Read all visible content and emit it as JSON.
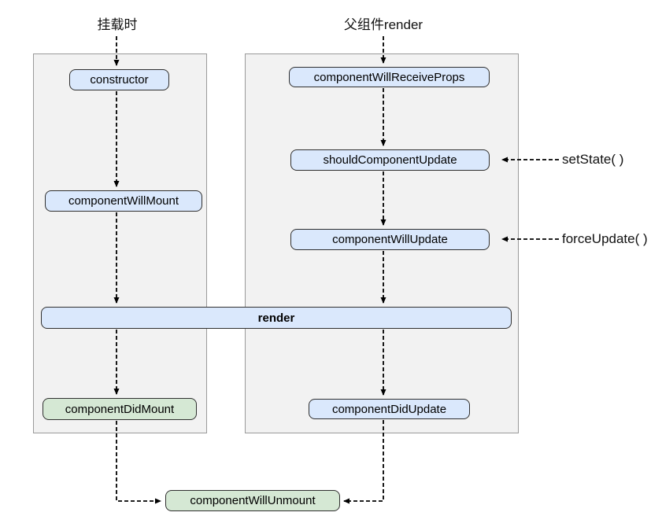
{
  "diagram": {
    "title_labels": {
      "mount_phase": "挂载时",
      "parent_render": "父组件render"
    },
    "side_labels": {
      "set_state": "setState( )",
      "force_update": "forceUpdate( )"
    },
    "nodes": {
      "constructor": "constructor",
      "component_will_mount": "componentWillMount",
      "component_will_receive_props": "componentWillReceiveProps",
      "should_component_update": "shouldComponentUpdate",
      "component_will_update": "componentWillUpdate",
      "render": "render",
      "component_did_mount": "componentDidMount",
      "component_did_update": "componentDidUpdate",
      "component_will_unmount": "componentWillUnmount"
    },
    "colors": {
      "node_blue_fill": "#dae8fc",
      "node_green_fill": "#d5e8d4",
      "node_border": "#2f2f2f",
      "panel_fill": "#f2f2f2",
      "panel_border": "#9a9a9a",
      "arrow": "#000000",
      "text": "#111111"
    }
  }
}
